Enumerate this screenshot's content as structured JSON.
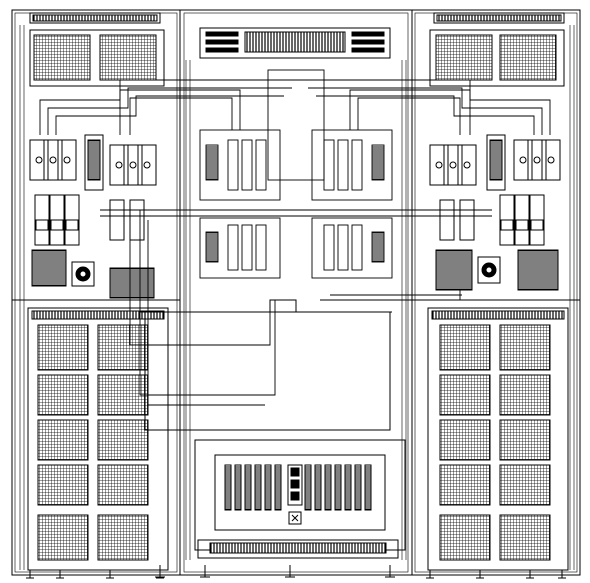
{
  "figure": {
    "kind": "cabinet-elevation-line-drawing",
    "line_color": "#000000",
    "background": "#ffffff",
    "has_text_labels": false
  },
  "sections": [
    {
      "id": "left-cabinet",
      "components": [
        "top-vent-strip",
        "upper-mesh-panel",
        "busbar-terminal-block",
        "breaker-switch",
        "lower-mesh-door",
        "leveling-feet"
      ]
    },
    {
      "id": "center-cabinet",
      "components": [
        "top-grille",
        "busbar-bridge",
        "cable-loops",
        "central-enclosure",
        "vent-grille",
        "fan-module",
        "base-grille",
        "leveling-feet"
      ]
    },
    {
      "id": "right-cabinet",
      "components": [
        "top-vent-strip",
        "upper-mesh-panel",
        "busbar-terminal-block",
        "breaker-switch",
        "lower-mesh-door",
        "leveling-feet"
      ]
    }
  ]
}
